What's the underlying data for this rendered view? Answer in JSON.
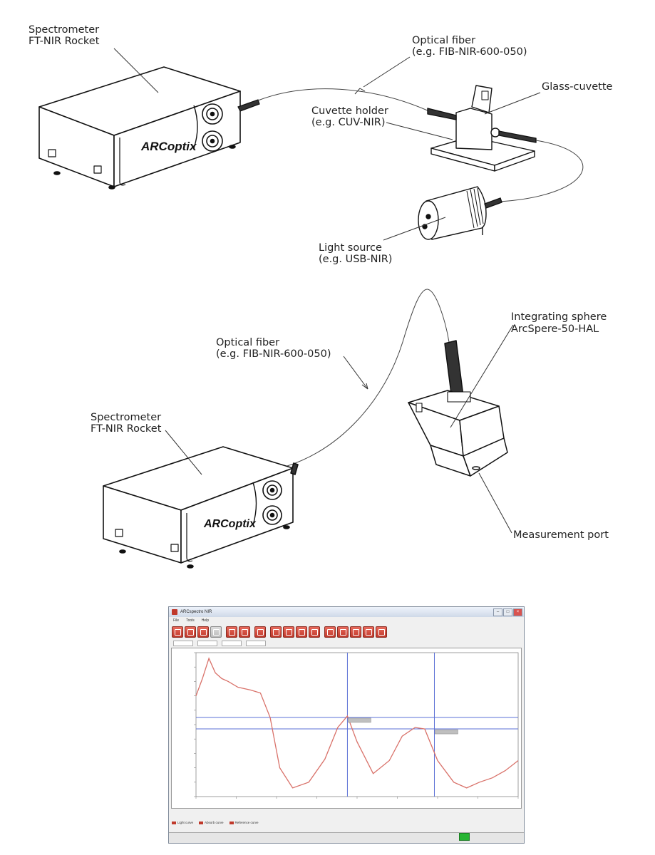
{
  "labels": {
    "spectrometer_top": [
      "Spectrometer",
      "FT-NIR Rocket"
    ],
    "fiber_top": [
      "Optical fiber",
      "(e.g. FIB-NIR-600-050)"
    ],
    "glass_cuvette": [
      "Glass-cuvette"
    ],
    "cuvette_holder": [
      "Cuvette holder",
      "(e.g. CUV-NIR)"
    ],
    "light_source": [
      "Light source",
      "(e.g. USB-NIR)"
    ],
    "integrating_sphere": [
      "Integrating sphere",
      "ArcSpere-50-HAL"
    ],
    "fiber_bottom": [
      "Optical fiber",
      "(e.g. FIB-NIR-600-050)"
    ],
    "spectrometer_bottom": [
      "Spectrometer",
      "FT-NIR Rocket"
    ],
    "measurement_port": [
      "Measurement port"
    ]
  },
  "brand": {
    "logo_text": "ARCoptix",
    "color": "#111111"
  },
  "software": {
    "title": "ARCspectro NIR",
    "menu": [
      "File",
      "Tools",
      "Help"
    ],
    "accent": "#c0392b",
    "status_indicator_color": "#27b533",
    "legend": [
      "Light curve",
      "Absorb curve",
      "Reference curve"
    ]
  },
  "chart_data": {
    "type": "line",
    "title": "",
    "xlabel": "",
    "ylabel": "",
    "series": [
      {
        "x": [
          0.0,
          0.02,
          0.04,
          0.06,
          0.08,
          0.1,
          0.13,
          0.17,
          0.2,
          0.23,
          0.26,
          0.3,
          0.35,
          0.4,
          0.44,
          0.47,
          0.5,
          0.55,
          0.6,
          0.64,
          0.68,
          0.71,
          0.75,
          0.8,
          0.84,
          0.88,
          0.92,
          0.96,
          1.0
        ],
        "y": [
          0.7,
          0.82,
          0.96,
          0.86,
          0.82,
          0.8,
          0.76,
          0.74,
          0.72,
          0.55,
          0.2,
          0.06,
          0.1,
          0.26,
          0.48,
          0.56,
          0.38,
          0.16,
          0.25,
          0.42,
          0.48,
          0.47,
          0.25,
          0.1,
          0.06,
          0.1,
          0.13,
          0.18,
          0.25
        ],
        "color": "#d9726a"
      }
    ],
    "cursors": {
      "vertical": [
        0.47,
        0.74
      ],
      "horizontal": [
        0.55,
        0.47
      ]
    },
    "grid": false
  }
}
